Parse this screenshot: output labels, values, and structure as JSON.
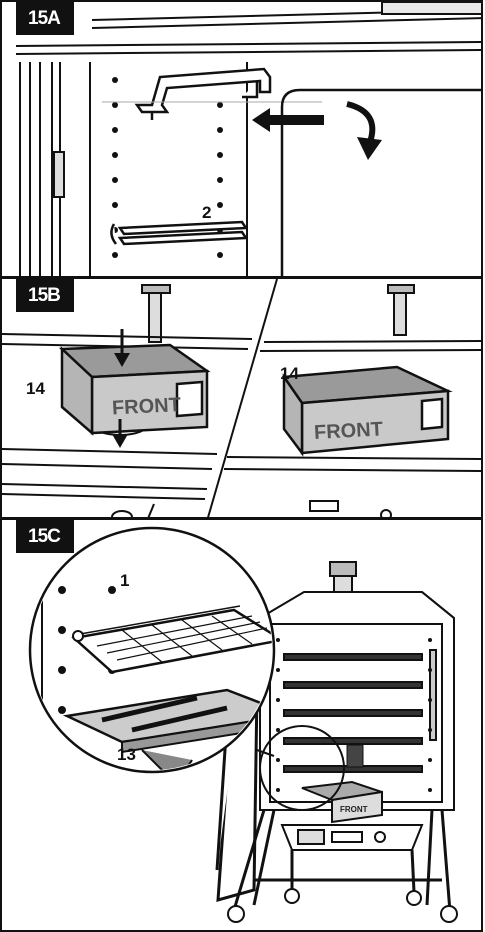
{
  "panels": [
    {
      "id": "15A",
      "callouts": [
        "2"
      ]
    },
    {
      "id": "15B",
      "callouts": [
        "14",
        "14"
      ],
      "box_labels": [
        "FRONT",
        "FRONT"
      ]
    },
    {
      "id": "15C",
      "callouts": [
        "1",
        "13"
      ],
      "box_labels": [
        "FRONT"
      ]
    }
  ]
}
